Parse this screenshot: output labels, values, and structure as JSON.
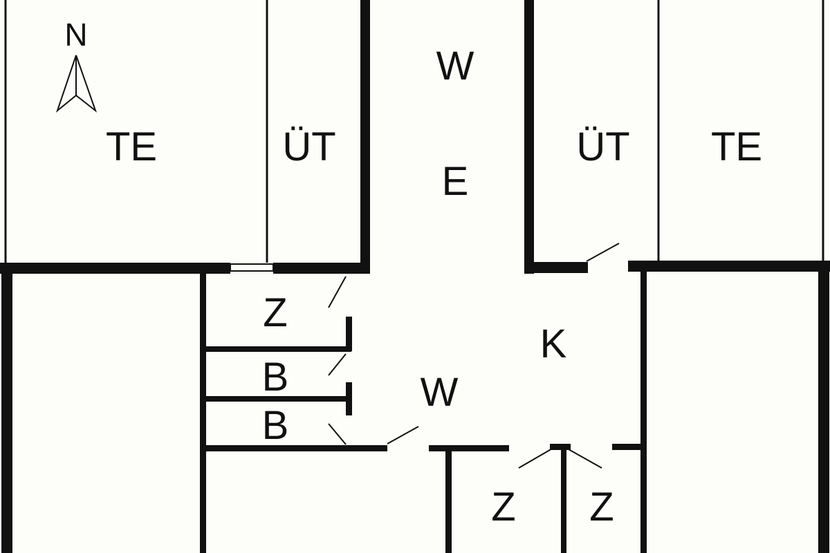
{
  "compass": {
    "label": "N"
  },
  "rooms": {
    "te_left": "TE",
    "ut_left": "ÜT",
    "w_top": "W",
    "e_top": "E",
    "ut_right": "ÜT",
    "te_right": "TE",
    "z_closet": "Z",
    "b_upper": "B",
    "b_lower": "B",
    "k": "K",
    "w_center": "W",
    "z_bottom_left": "Z",
    "z_bottom_right": "Z"
  }
}
